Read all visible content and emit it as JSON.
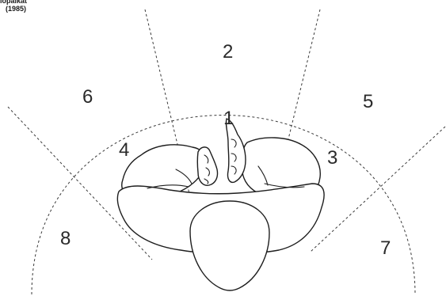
{
  "caption": {
    "line1": "lopaikat",
    "line2": "(1985)"
  },
  "zones": [
    "1",
    "2",
    "3",
    "4",
    "5",
    "6",
    "7",
    "8"
  ]
}
